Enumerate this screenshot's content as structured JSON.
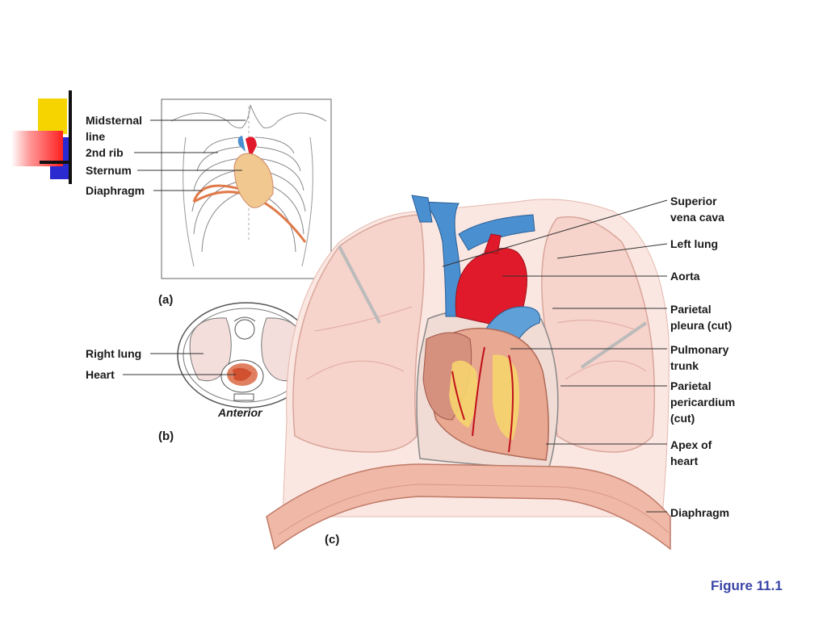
{
  "slide": {
    "figure_caption": "Figure 11.1"
  },
  "panel_a": {
    "tag": "(a)",
    "labels": {
      "midsternal_line": "Midsternal\nline",
      "second_rib": "2nd rib",
      "sternum": "Sternum",
      "diaphragm": "Diaphragm"
    }
  },
  "panel_b": {
    "tag": "(b)",
    "orientation": "Anterior",
    "labels": {
      "right_lung": "Right lung",
      "heart": "Heart"
    }
  },
  "panel_c": {
    "tag": "(c)",
    "labels": {
      "superior_vena_cava": "Superior\nvena cava",
      "left_lung": "Left lung",
      "aorta": "Aorta",
      "parietal_pleura": "Parietal\npleura (cut)",
      "pulmonary_trunk": "Pulmonary\ntrunk",
      "parietal_pericardium": "Parietal\npericardium\n(cut)",
      "apex_of_heart": "Apex of\nheart",
      "diaphragm": "Diaphragm"
    }
  },
  "colors": {
    "deco_yellow": "#f5d400",
    "deco_blue": "#2a2ad0",
    "deco_red": "#ff3b3b",
    "caption_blue": "#3a46a8",
    "vein_blue": "#4a8fd0",
    "artery_red": "#e01a2a",
    "lung_pink": "#f6d3cb",
    "heart_muscle": "#e8a892",
    "fat_yellow": "#f6d46e"
  }
}
